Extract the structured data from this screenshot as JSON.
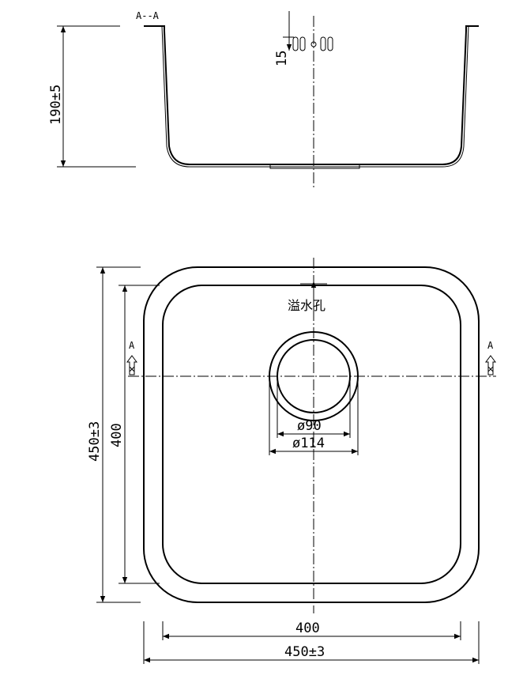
{
  "section": {
    "label": "A--A",
    "depth_dim": "190±5",
    "overflow_dim": "15"
  },
  "plan": {
    "overflow_label": "溢水孔",
    "section_marker_left": "A",
    "section_marker_right": "A",
    "outer_height_dim": "450±3",
    "inner_height_dim": "400",
    "inner_width_dim": "400",
    "outer_width_dim": "450±3",
    "drain_inner_dim": "ø90",
    "drain_outer_dim": "ø114"
  }
}
